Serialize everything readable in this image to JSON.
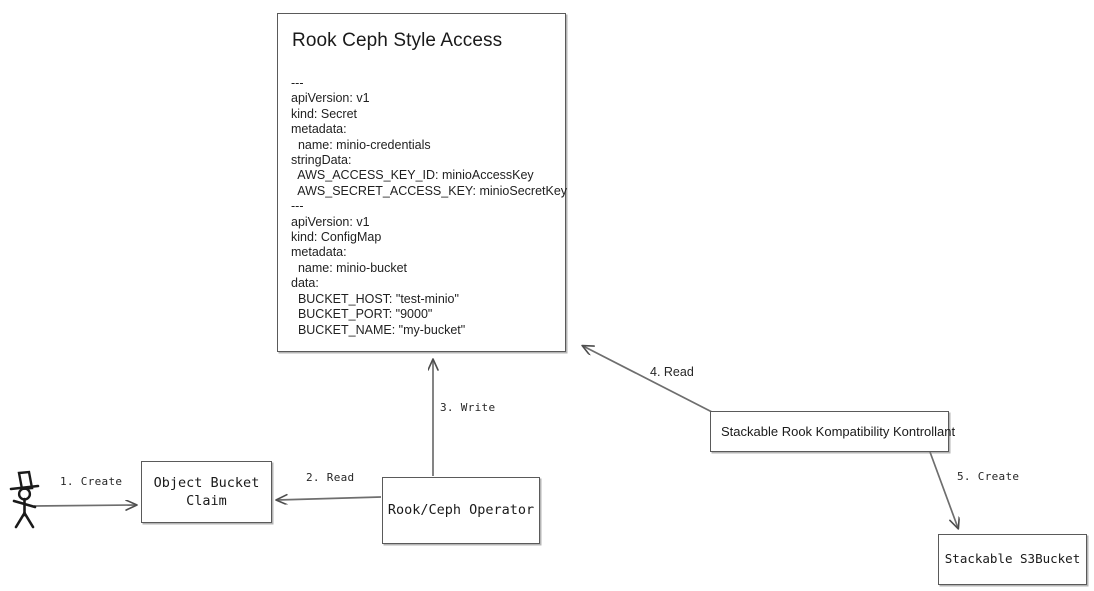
{
  "diagram": {
    "background_color": "#ffffff",
    "stroke_color": "#5a5a5a",
    "text_color": "#1a1a1a",
    "actor": {
      "icon": "stick-figure-with-top-hat-icon",
      "label": ""
    },
    "yaml_card": {
      "title": "Rook Ceph Style Access",
      "body": "---\napiVersion: v1\nkind: Secret\nmetadata:\n  name: minio-credentials\nstringData:\n  AWS_ACCESS_KEY_ID: minioAccessKey\n  AWS_SECRET_ACCESS_KEY: minioSecretKey\n---\napiVersion: v1\nkind: ConfigMap\nmetadata:\n  name: minio-bucket\ndata:\n  BUCKET_HOST: \"test-minio\"\n  BUCKET_PORT: \"9000\"\n  BUCKET_NAME: \"my-bucket\""
    },
    "nodes": {
      "object_bucket_claim": "Object Bucket\nClaim",
      "rook_ceph_operator": "Rook/Ceph Operator",
      "stackable_rook_kompatibility_kontrollant": "Stackable Rook Kompatibility Kontrollant",
      "stackable_s3bucket": "Stackable S3Bucket"
    },
    "edges": [
      {
        "id": "e1",
        "label": "1. Create",
        "from": "actor",
        "to": "object-bucket-claim"
      },
      {
        "id": "e2",
        "label": "2. Read",
        "from": "rook-ceph-operator",
        "to": "object-bucket-claim"
      },
      {
        "id": "e3",
        "label": "3. Write",
        "from": "rook-ceph-operator",
        "to": "yaml-card"
      },
      {
        "id": "e4",
        "label": "4. Read",
        "from": "stackable-rook-kompatibility-kontrollant",
        "to": "yaml-card"
      },
      {
        "id": "e5",
        "label": "5. Create",
        "from": "stackable-rook-kompatibility-kontrollant",
        "to": "stackable-s3bucket"
      }
    ]
  }
}
